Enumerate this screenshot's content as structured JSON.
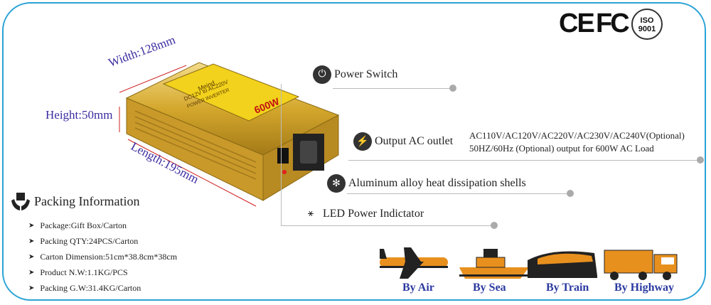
{
  "certifications": {
    "ce": "CE",
    "fc": "FC",
    "iso_top": "ISO",
    "iso_num": "9001"
  },
  "dimensions": {
    "width": "Width:128mm",
    "height": "Height:50mm",
    "length": "Length:195mm"
  },
  "product": {
    "brand": "Meind",
    "model": "DC12V to AC220V",
    "subtitle": "POWER INVERTER",
    "rating": "600W"
  },
  "features": [
    {
      "label": "Power Switch",
      "icon": "power-icon"
    },
    {
      "label": "Output AC outlet",
      "icon": "bolt-icon"
    },
    {
      "label": "Aluminum alloy heat dissipation shells",
      "icon": "fan-icon"
    },
    {
      "label": "LED Power Indictator",
      "icon": "led-icon"
    }
  ],
  "output_spec": {
    "line1": "AC110V/AC120V/AC220V/AC230V/AC240V(Optional)",
    "line2": "50HZ/60Hz (Optional) output for 600W AC Load"
  },
  "packing": {
    "title": "Packing Information",
    "items": [
      "Package:Gift Box/Carton",
      "Packing QTY:24PCS/Carton",
      "Carton Dimension:51cm*38.8cm*38cm",
      "Product N.W:1.1KG/PCS",
      "Packing G.W:31.4KG/Carton"
    ]
  },
  "shipping": [
    {
      "label": "By Air",
      "icon": "airplane-icon"
    },
    {
      "label": "By Sea",
      "icon": "ship-icon"
    },
    {
      "label": "By Train",
      "icon": "train-icon"
    },
    {
      "label": "By Highway",
      "icon": "truck-icon"
    }
  ],
  "colors": {
    "frame": "#2aa3d6",
    "gold": "#d4a72c",
    "label_yellow": "#f2d21c",
    "ship_orange": "#e8901e",
    "label_blue": "#2b3aa0"
  }
}
